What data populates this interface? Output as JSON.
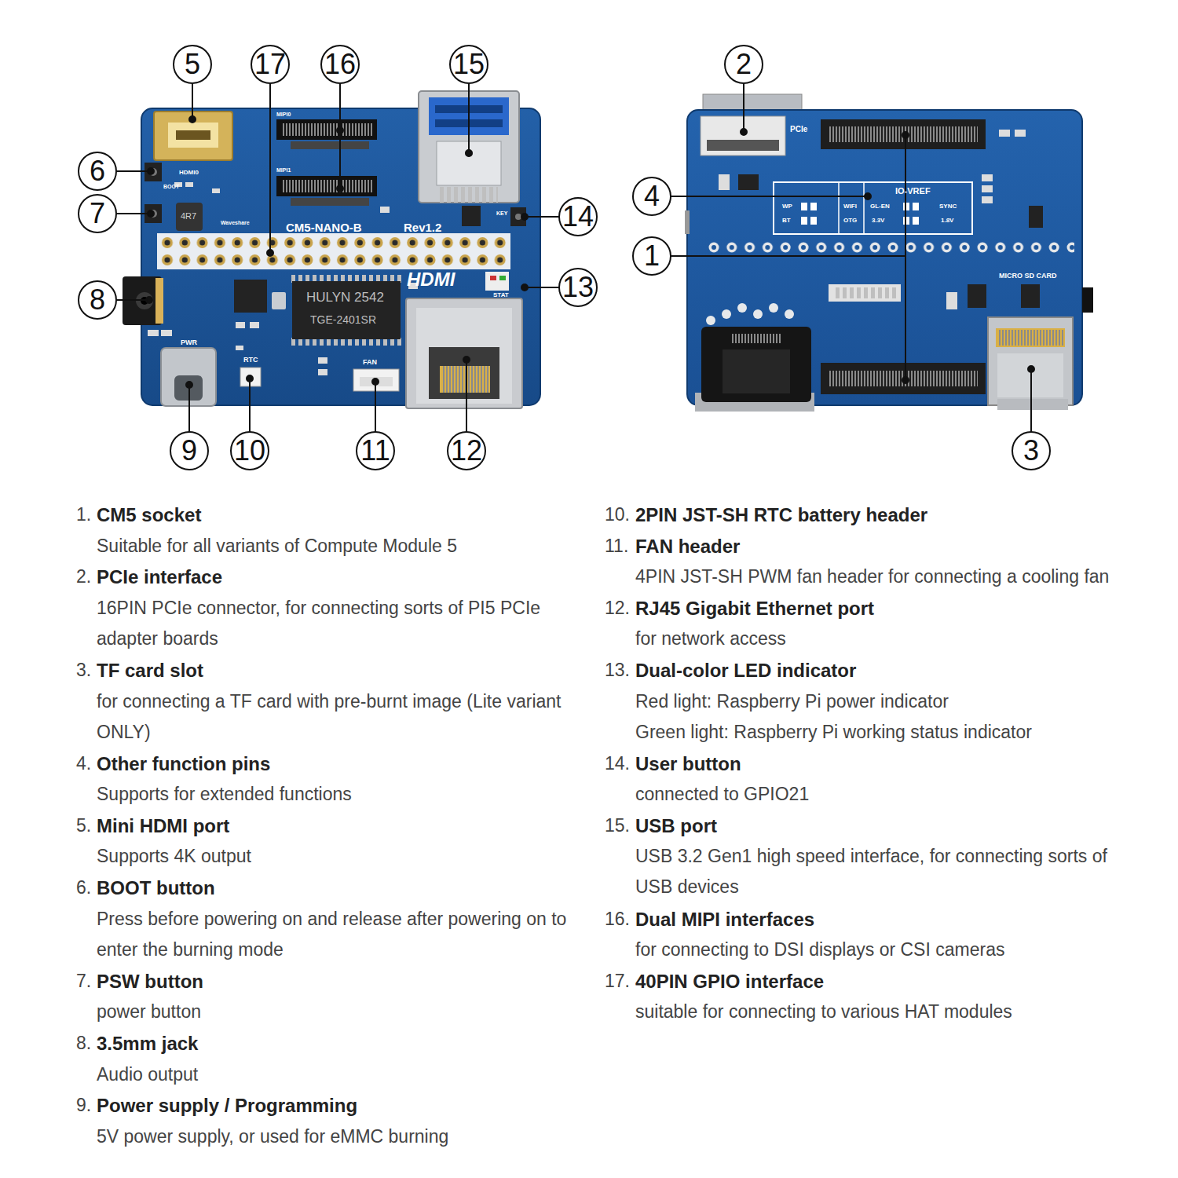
{
  "diagram": {
    "labels": [
      "5",
      "17",
      "16",
      "15",
      "6",
      "7",
      "14",
      "8",
      "13",
      "9",
      "10",
      "11",
      "12",
      "2",
      "4",
      "1",
      "3",
      "HDMI0",
      "BOOT",
      "4R7",
      "Waveshare",
      "MIPI0",
      "MIPI1",
      "CM5-NANO-B",
      "Rev1.2",
      "KEY",
      "HDMI",
      "STAT",
      "HULYN 2542",
      "TGE-2401SR",
      "PWR",
      "RTC",
      "FAN",
      "PCIe",
      "IO-VREF",
      "WP",
      "BT",
      "WIFI",
      "OTG",
      "GL-EN",
      "3.3V",
      "SYNC",
      "1.8V",
      "MICRO SD CARD",
      "1.",
      "CM5 socket",
      "Suitable for all variants of Compute Module 5",
      "2.",
      "PCIe interface",
      "16PIN PCIe connector, for connecting sorts of PI5 PCIe adapter boards",
      "3.",
      "TF card slot",
      "for connecting a TF card with pre-burnt image (Lite variant ONLY)",
      "4.",
      "Other function pins",
      "Supports for extended functions",
      "5.",
      "Mini HDMI port",
      "Supports 4K output",
      "6.",
      "BOOT button",
      "Press before powering on and release after powering on to enter the burning mode",
      "7.",
      "PSW button",
      "power button",
      "8.",
      "3.5mm jack",
      "Audio output",
      "9.",
      "Power supply / Programming",
      "5V power supply, or used for eMMC burning",
      "10.",
      "2PIN JST-SH RTC battery header",
      "11.",
      "FAN header",
      "4PIN JST-SH PWM fan header for connecting a cooling fan",
      "12.",
      "RJ45 Gigabit Ethernet port",
      "for network access",
      "13.",
      "Dual-color LED indicator",
      "Red light: Raspberry Pi power indicator",
      "Green light: Raspberry Pi working status indicator",
      "14.",
      "User button",
      "connected to GPIO21",
      "15.",
      "USB port",
      "USB 3.2 Gen1 high speed interface, for connecting sorts of USB devices",
      "16.",
      "Dual MIPI interfaces",
      "for connecting to DSI displays or CSI cameras",
      "17.",
      "40PIN GPIO interface",
      "suitable for connecting to various HAT modules"
    ]
  }
}
